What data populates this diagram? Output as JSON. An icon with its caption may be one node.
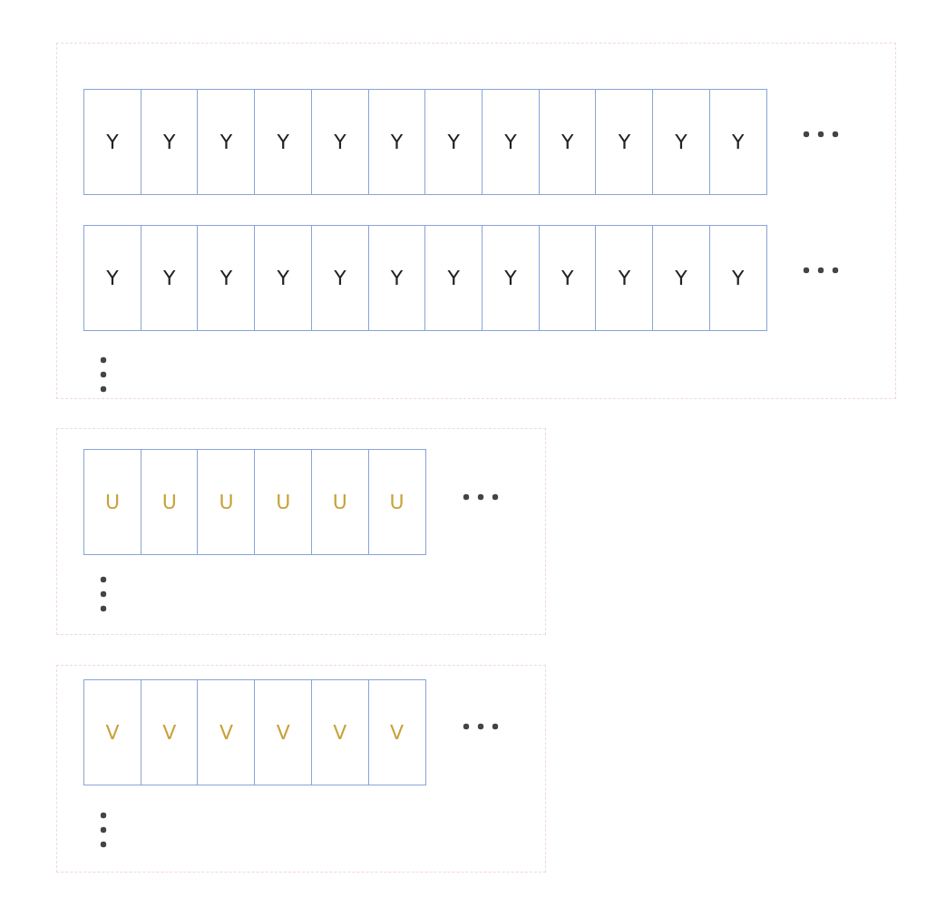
{
  "diagram": {
    "nodes": [
      {
        "text": [],
        "shape": "box"
      },
      {
        "text": [
          "Y"
        ],
        "in": 0
      },
      {
        "text": [
          "Y"
        ],
        "in": 0
      },
      {
        "text": [
          "Y"
        ],
        "in": 0
      },
      {
        "text": [
          "Y"
        ],
        "in": 0
      },
      {
        "text": [
          "Y"
        ],
        "in": 0
      },
      {
        "text": [
          "Y"
        ],
        "in": 0
      },
      {
        "text": [
          "Y"
        ],
        "in": 0
      },
      {
        "text": [
          "Y"
        ],
        "in": 0
      },
      {
        "text": [
          "Y"
        ],
        "in": 0
      },
      {
        "text": [
          "Y"
        ],
        "in": 0
      },
      {
        "text": [
          "Y"
        ],
        "in": 0
      },
      {
        "text": [
          "Y"
        ],
        "in": 0
      },
      {
        "text": [
          "Y"
        ],
        "in": 0
      },
      {
        "text": [
          "Y"
        ],
        "in": 0
      },
      {
        "text": [
          "Y"
        ],
        "in": 0
      },
      {
        "text": [
          "Y"
        ],
        "in": 0
      },
      {
        "text": [
          "Y"
        ],
        "in": 0
      },
      {
        "text": [
          "Y"
        ],
        "in": 0
      },
      {
        "text": [
          "Y"
        ],
        "in": 0
      },
      {
        "text": [
          "Y"
        ],
        "in": 0
      },
      {
        "text": [
          "Y"
        ],
        "in": 0
      },
      {
        "text": [
          "Y"
        ],
        "in": 0
      },
      {
        "text": [
          "Y"
        ],
        "in": 0
      },
      {
        "text": [
          "Y"
        ],
        "in": 0
      },
      {
        "text": [],
        "shape": "box"
      },
      {
        "text": [
          "U"
        ],
        "in": 25
      },
      {
        "text": [
          "U"
        ],
        "in": 25
      },
      {
        "text": [
          "U"
        ],
        "in": 25
      },
      {
        "text": [
          "U"
        ],
        "in": 25
      },
      {
        "text": [
          "U"
        ],
        "in": 25
      },
      {
        "text": [
          "U"
        ],
        "in": 25
      },
      {
        "text": [],
        "shape": "box"
      },
      {
        "text": [
          "V"
        ],
        "in": 32
      },
      {
        "text": [
          "V"
        ],
        "in": 32
      },
      {
        "text": [
          "V"
        ],
        "in": 32
      },
      {
        "text": [
          "V"
        ],
        "in": 32
      },
      {
        "text": [
          "V"
        ],
        "in": 32
      },
      {
        "text": [
          "V"
        ],
        "in": 32
      }
    ]
  }
}
